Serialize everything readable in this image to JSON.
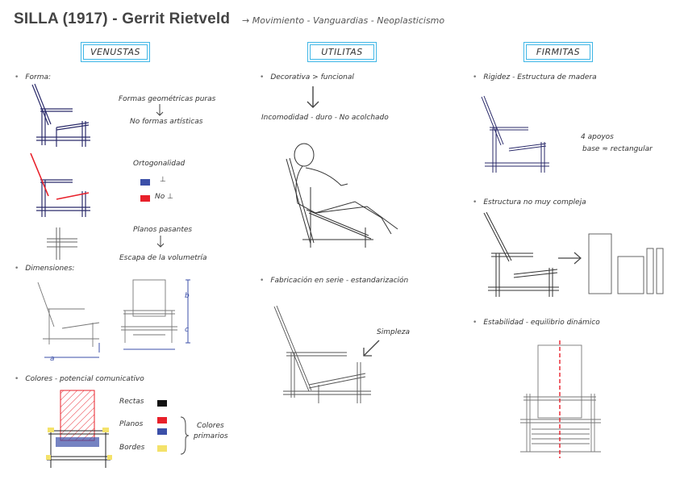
{
  "header": {
    "title": "SILLA (1917) - Gerrit Rietveld",
    "subtitle": "→ Movimiento - Vanguardias - Neoplasticismo"
  },
  "columns": {
    "venustas": "VENUSTAS",
    "utilitas": "UTILITAS",
    "firmitas": "FIRMITAS"
  },
  "venustas": {
    "forma": "Forma:",
    "formas_puras": "Formas geométricas puras",
    "no_formas": "No formas artísticas",
    "ortogonalidad": "Ortogonalidad",
    "no_perp": "No ⊥",
    "perp": "⊥",
    "planos_pasantes": "Planos pasantes",
    "escapa": "Escapa de la volumetría",
    "dimensiones": "Dimensiones:",
    "colores": "Colores - potencial comunicativo",
    "rectas": "Rectas",
    "planos": "Planos",
    "bordes": "Bordes",
    "colores_primarios_1": "Colores",
    "colores_primarios_2": "primarios",
    "dim_a": "a",
    "dim_b": "b",
    "dim_c": "c"
  },
  "utilitas": {
    "decorativa": "Decorativa > funcional",
    "incomodidad": "Incomodidad - duro - No acolchado",
    "fabricacion": "Fabricación en serie - estandarización",
    "simpleza": "Simpleza"
  },
  "firmitas": {
    "rigidez": "Rigidez - Estructura de madera",
    "apoyos_1": "4 apoyos",
    "apoyos_2": "base ≈ rectangular",
    "estructura": "Estructura no muy compleja",
    "estabilidad": "Estabilidad - equilibrio dinámico"
  },
  "colors": {
    "blue": "#3b4fa8",
    "red": "#e8202a",
    "black": "#111111",
    "yellow": "#f4e26a",
    "frame": "#3fb6e6",
    "ink": "#2a2a44"
  }
}
